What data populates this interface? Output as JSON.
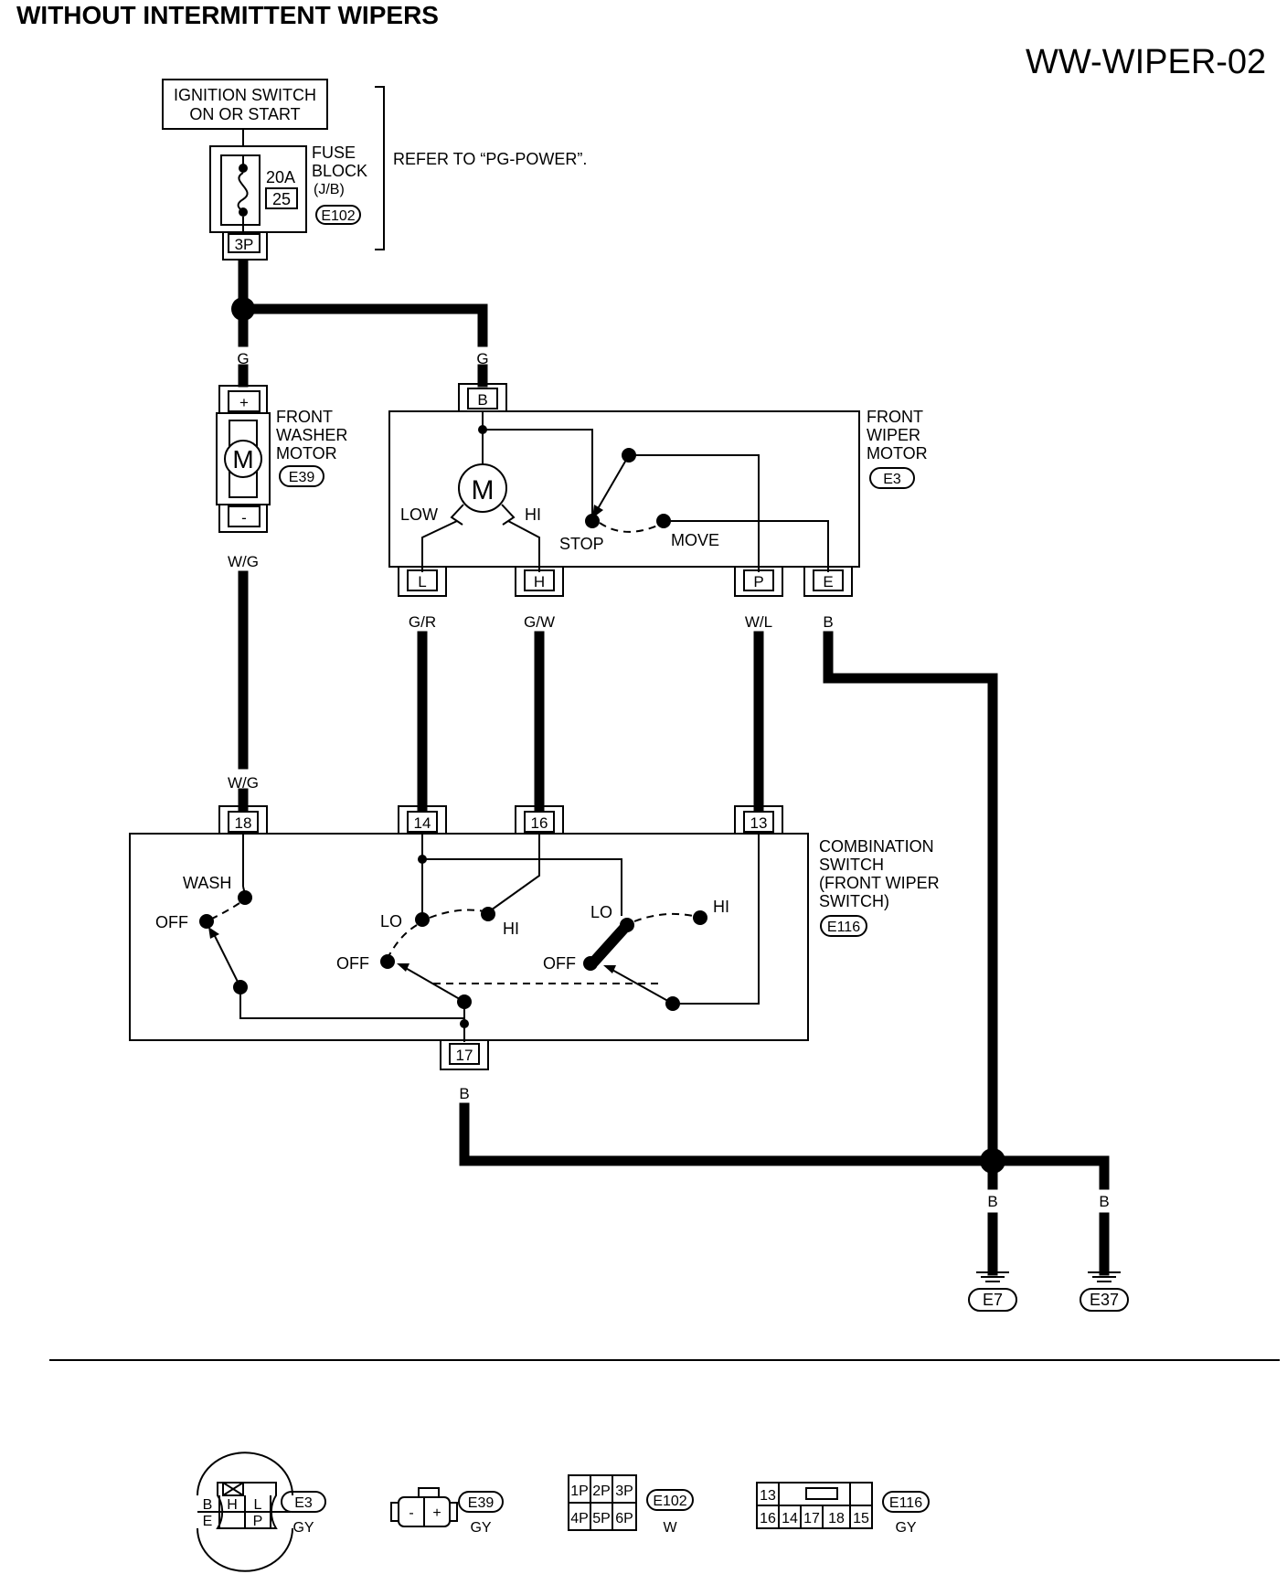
{
  "header": {
    "title": "WITHOUT INTERMITTENT WIPERS",
    "code": "WW-WIPER-02"
  },
  "power": {
    "ignition_line1": "IGNITION SWITCH",
    "ignition_line2": "ON OR START",
    "fuse_amp": "20A",
    "fuse_no": "25",
    "fuse_block_line1": "FUSE",
    "fuse_block_line2": "BLOCK",
    "fuse_block_line3": "(J/B)",
    "fuse_connector": "E102",
    "fuse_pin": "3P",
    "refer_text": "REFER TO “PG-POWER”."
  },
  "washer_motor": {
    "name_line1": "FRONT",
    "name_line2": "WASHER",
    "name_line3": "MOTOR",
    "connector": "E39",
    "plus": "+",
    "minus": "-",
    "motor_letter": "M"
  },
  "wiper_motor": {
    "name_line1": "FRONT",
    "name_line2": "WIPER",
    "name_line3": "MOTOR",
    "connector": "E3",
    "motor_letter": "M",
    "low": "LOW",
    "hi": "HI",
    "stop": "STOP",
    "move": "MOVE",
    "pins": [
      "B",
      "L",
      "H",
      "P",
      "E"
    ]
  },
  "wires": {
    "g_left": "G",
    "g_right": "G",
    "wg_top": "W/G",
    "wg_bottom": "W/G",
    "gr": "G/R",
    "gw": "G/W",
    "wl": "W/L",
    "b_e": "B",
    "b_17": "B",
    "b_e7": "B",
    "b_e37": "B"
  },
  "combination_switch": {
    "name_line1": "COMBINATION",
    "name_line2": "SWITCH",
    "name_line3": "(FRONT WIPER",
    "name_line4": "SWITCH)",
    "connector": "E116",
    "pins": [
      "18",
      "14",
      "16",
      "13",
      "17"
    ],
    "wash": "WASH",
    "off1": "OFF",
    "lo1": "LO",
    "hi1": "HI",
    "off2": "OFF",
    "lo2": "LO",
    "hi2": "HI",
    "off3": "OFF"
  },
  "grounds": [
    "E7",
    "E37"
  ],
  "connector_views": [
    {
      "id": "E3",
      "color": "GY",
      "pins": [
        "B",
        "H",
        "L",
        "E",
        "P"
      ]
    },
    {
      "id": "E39",
      "color": "GY",
      "pins": [
        "-",
        "+"
      ]
    },
    {
      "id": "E102",
      "color": "W",
      "pins": [
        "1P",
        "2P",
        "3P",
        "4P",
        "5P",
        "6P"
      ]
    },
    {
      "id": "E116",
      "color": "GY",
      "pins": [
        "13",
        "16",
        "14",
        "17",
        "18",
        "15"
      ]
    }
  ]
}
